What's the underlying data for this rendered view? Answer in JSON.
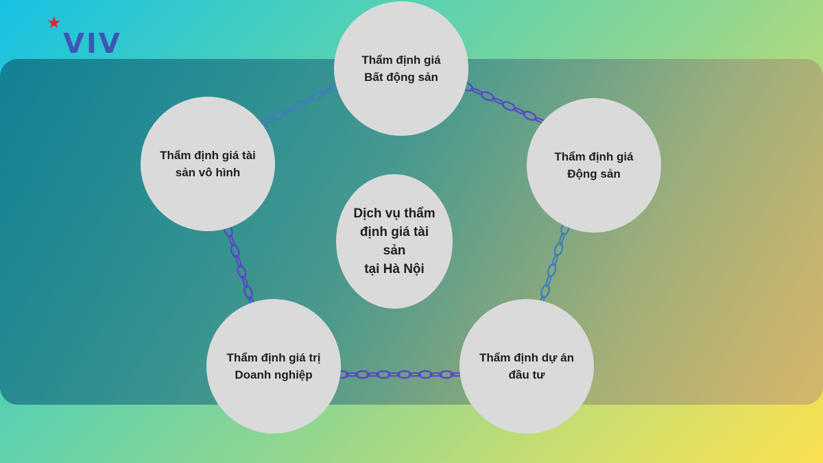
{
  "logo": {
    "text": "VIV"
  },
  "center": {
    "label": "Dịch vụ thẩm\nđịnh giá tài sản\ntại Hà Nội"
  },
  "nodes": {
    "top": "Thẩm định giá\nBất động sản",
    "right": "Thẩm định giá\nĐộng sản",
    "bottom_right": "Thẩm định dự án\nđầu tư",
    "bottom_left": "Thẩm định giá trị\nDoanh nghiệp",
    "left": "Thẩm định giá tài\nsản vô hình"
  },
  "colors": {
    "chain_purple": "#5a46c8",
    "chain_blue": "#3f7fb8",
    "circle_fill": "#dadada",
    "logo_blue": "#3e56b6",
    "logo_star": "#e5252a"
  }
}
